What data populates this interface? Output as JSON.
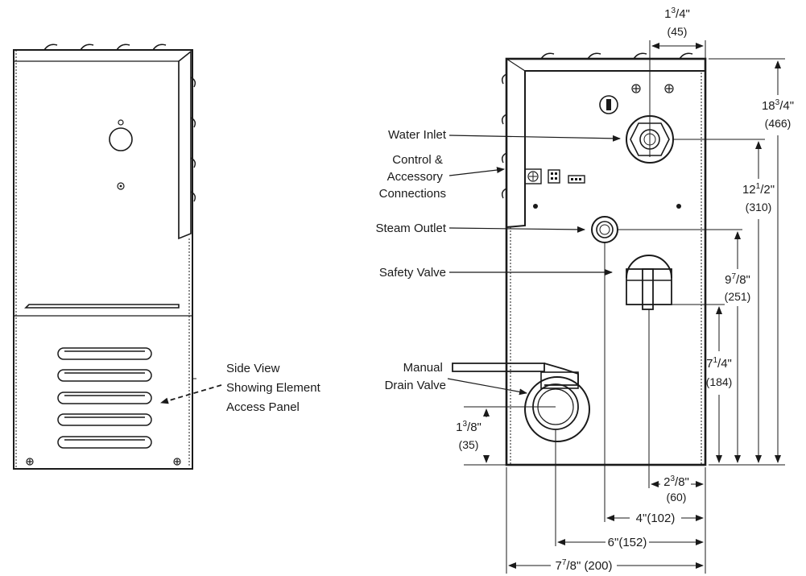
{
  "side_view": {
    "caption_lines": [
      "Side View",
      "Showing Element",
      "Access Panel"
    ]
  },
  "callouts": {
    "water_inlet": [
      "Water Inlet"
    ],
    "control": [
      "Control &",
      "Accessory",
      "Connections"
    ],
    "steam_outlet": [
      "Steam Outlet"
    ],
    "safety_valve": [
      "Safety Valve"
    ],
    "manual_drain": [
      "Manual",
      "Drain Valve"
    ]
  },
  "dimensions": {
    "top_width": {
      "whole": "1",
      "num": "3",
      "den": "/4",
      "unit": "\"",
      "metric": "(45)"
    },
    "overall_height": {
      "whole": "18",
      "num": "3",
      "den": "/4",
      "unit": "\"",
      "metric": "(466)"
    },
    "water_inlet_height": {
      "whole": "12",
      "num": "1",
      "den": "/2",
      "unit": "\"",
      "metric": "(310)"
    },
    "steam_outlet_height": {
      "whole": "9",
      "num": "7",
      "den": "/8",
      "unit": "\"",
      "metric": "(251)"
    },
    "safety_valve_height": {
      "whole": "7",
      "num": "1",
      "den": "/4",
      "unit": "\"",
      "metric": "(184)"
    },
    "drain_height": {
      "whole": "1",
      "num": "3",
      "den": "/8",
      "unit": "\"",
      "metric": "(35)"
    },
    "safety_offset": {
      "whole": "2",
      "num": "3",
      "den": "/8",
      "unit": "\"",
      "metric": "(60)"
    },
    "steam_offset": {
      "text": "4\"(102)"
    },
    "inlet_offset": {
      "text": "6\"(152)"
    },
    "overall_width": {
      "whole": "7",
      "num": "7",
      "den": "/8",
      "unit": "\"",
      "metric": "(200)"
    }
  }
}
